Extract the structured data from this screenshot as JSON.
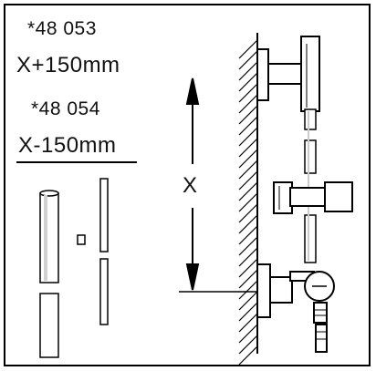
{
  "variants": [
    {
      "code": "*48 053",
      "dimension": "X+150mm"
    },
    {
      "code": "*48 054",
      "dimension": "X-150mm"
    }
  ],
  "diagram": {
    "height_label": "X"
  },
  "colors": {
    "line": "#000000",
    "pipe_fill": "#ffffff",
    "pipe_shade": "#d0d0d0",
    "background": "#ffffff"
  }
}
